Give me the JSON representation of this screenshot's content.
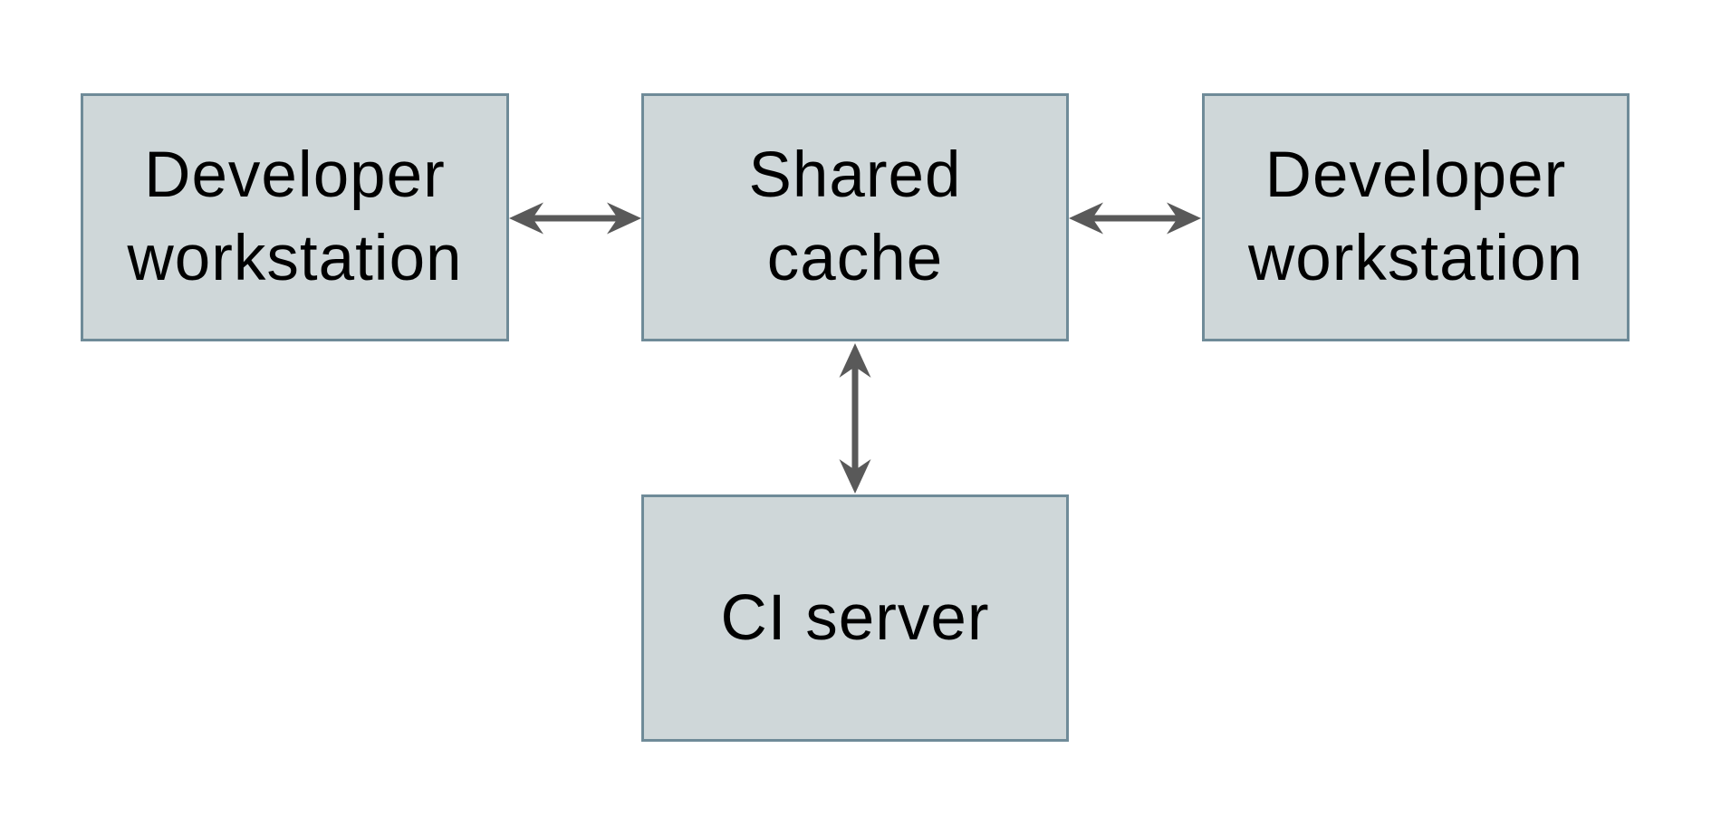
{
  "diagram": {
    "type": "architecture-diagram",
    "background": "#ffffff",
    "nodes": [
      {
        "id": "developer-workstation-left",
        "label": "Developer\nworkstation"
      },
      {
        "id": "shared-cache",
        "label": "Shared\ncache"
      },
      {
        "id": "developer-workstation-right",
        "label": "Developer\nworkstation"
      },
      {
        "id": "ci-server",
        "label": "CI server"
      }
    ],
    "edges": [
      {
        "from": "developer-workstation-left",
        "to": "shared-cache",
        "direction": "bidirectional",
        "orientation": "horizontal"
      },
      {
        "from": "shared-cache",
        "to": "developer-workstation-right",
        "direction": "bidirectional",
        "orientation": "horizontal"
      },
      {
        "from": "shared-cache",
        "to": "ci-server",
        "direction": "bidirectional",
        "orientation": "vertical"
      }
    ],
    "colors": {
      "node_fill": "#cfd7d9",
      "node_border": "#6f8b98",
      "arrow": "#595959",
      "text": "#000000",
      "background": "#ffffff"
    }
  }
}
